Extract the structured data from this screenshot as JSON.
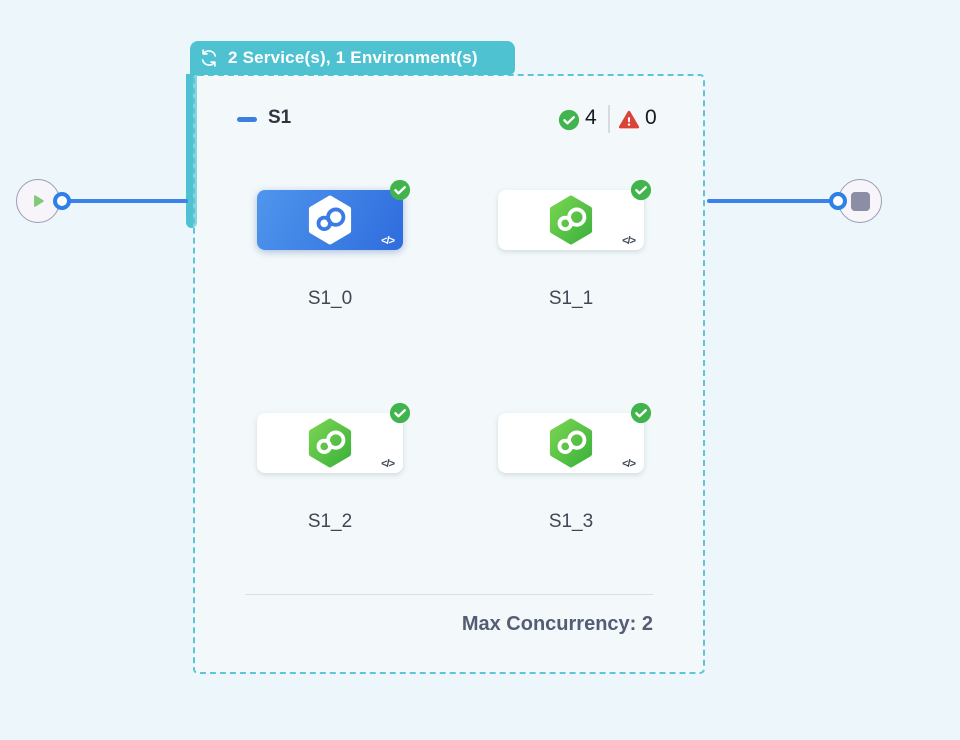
{
  "badge": {
    "icon": "cycle-icon",
    "label": "2 Service(s), 1 Environment(s)"
  },
  "stage": {
    "title": "S1",
    "success_count": "4",
    "failed_count": "0",
    "services": [
      {
        "label": "S1_0",
        "state": "selected",
        "status": "success"
      },
      {
        "label": "S1_1",
        "state": "default",
        "status": "success"
      },
      {
        "label": "S1_2",
        "state": "default",
        "status": "success"
      },
      {
        "label": "S1_3",
        "state": "default",
        "status": "success"
      }
    ],
    "max_concurrency_label": "Max Concurrency: 2"
  },
  "nodes": {
    "start": "play",
    "end": "stop"
  },
  "icons": {
    "code_label": "</>"
  },
  "colors": {
    "accent_teal": "#4fc2d2",
    "edge_blue": "#3d82ec",
    "success_green": "#42b44d",
    "error_red": "#da4437",
    "selected_card_blue": "#3c80e8",
    "background": "#edf6fa"
  }
}
